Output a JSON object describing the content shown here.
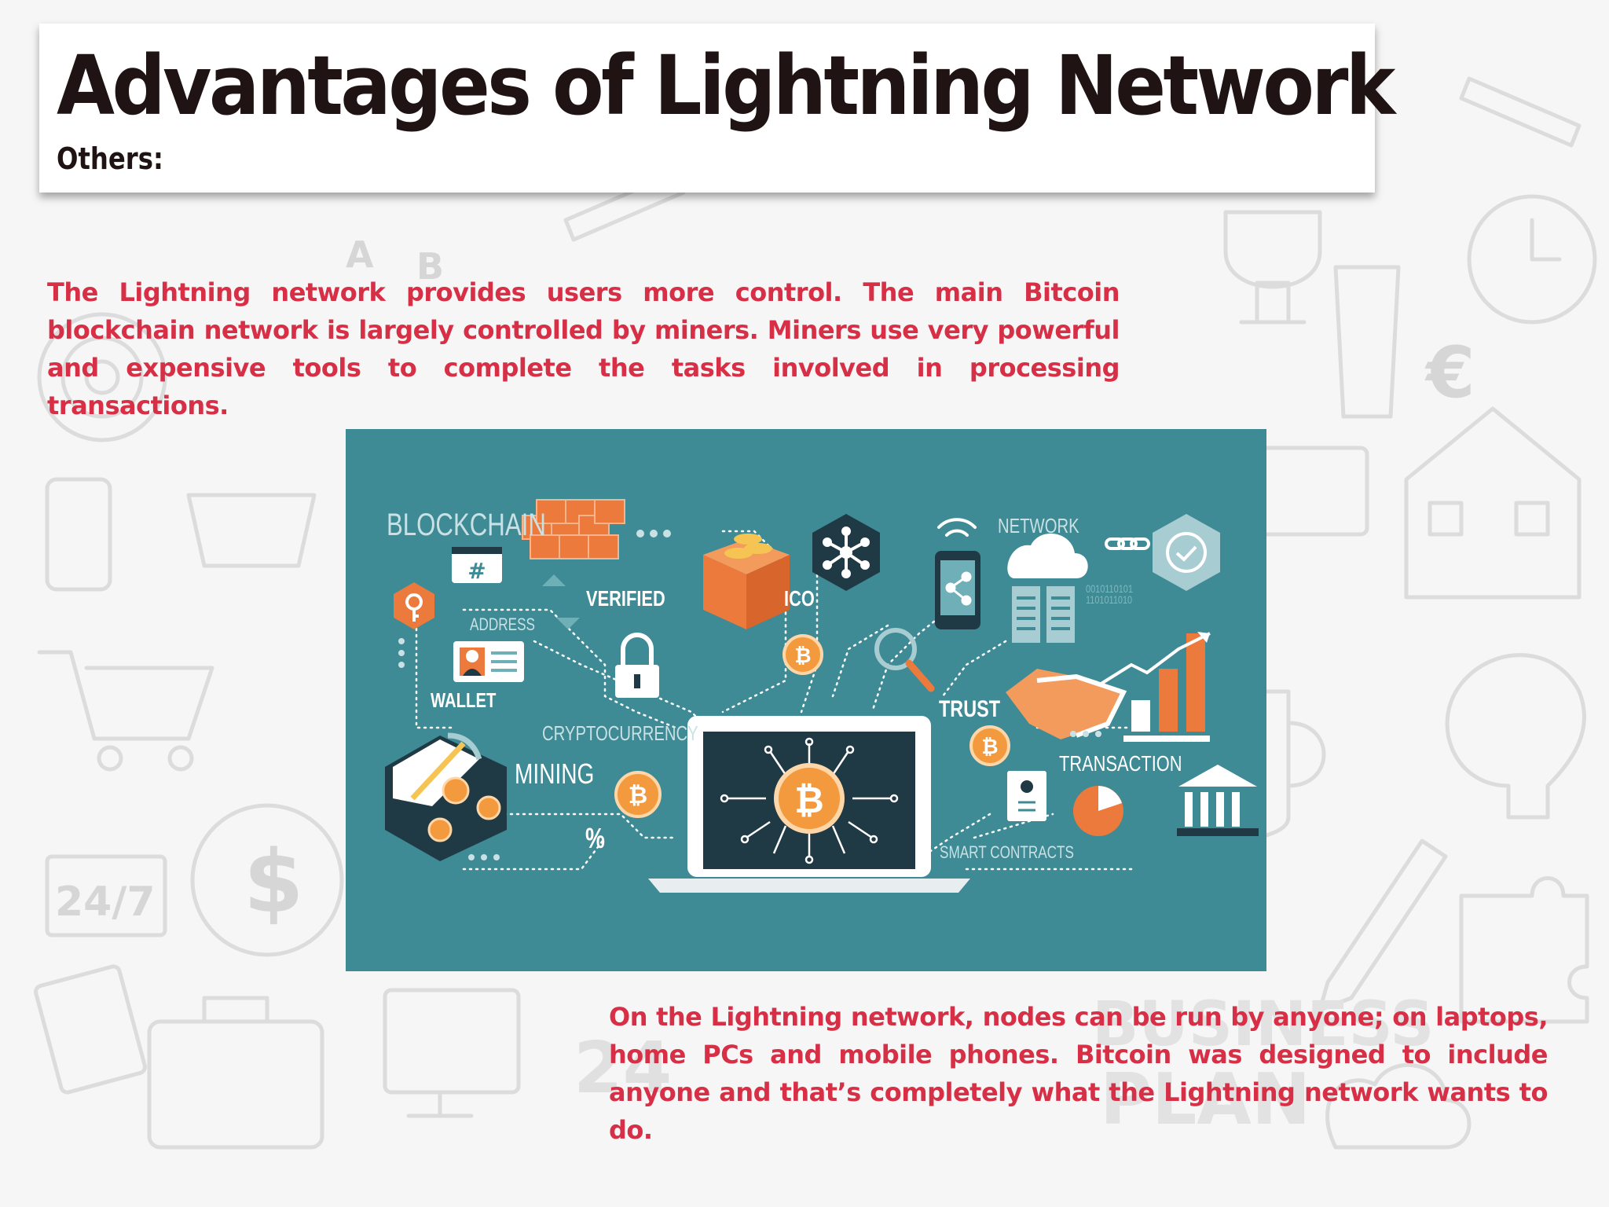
{
  "slide": {
    "title": "Advantages of Lightning Network",
    "subtitle": "Others:",
    "paragraph_1": "The Lightning network provides users more control. The main Bitcoin blockchain network is largely controlled by miners. Miners use very powerful and expensive tools to complete the tasks involved in processing transactions.",
    "paragraph_2": "On the Lightning network, nodes can be run by anyone; on laptops, home PCs and mobile phones. Bitcoin was designed to include anyone and that’s completely what the Lightning network wants to do."
  },
  "background": {
    "doodle_texts": [
      "24/7",
      "A",
      "B",
      "$",
      "€",
      "BUSINESS",
      "PLAN",
      "24"
    ]
  },
  "figure": {
    "labels": {
      "blockchain": "BLOCKCHAIN",
      "verified": "VERIFIED",
      "address": "ADDRESS",
      "wallet": "WALLET",
      "cryptocurrency": "CRYPTOCURRENCY",
      "mining": "MINING",
      "percent": "%",
      "ico": "ICO",
      "network": "NETWORK",
      "trust": "TRUST",
      "transaction": "TRANSACTION",
      "smart_contracts": "SMART CONTRACTS",
      "hash": "#",
      "binary": "0010110101 1101011010"
    },
    "colors": {
      "background": "#3e8a95",
      "accent_orange": "#ec7a3c",
      "dark": "#1f3a44",
      "white": "#ffffff"
    },
    "icons": [
      "key-icon",
      "hash-document-icon",
      "cubes-icon",
      "box-of-coins-icon",
      "network-hub-icon",
      "smartphone-share-icon",
      "wifi-icon",
      "cloud-server-icon",
      "chain-link-icon",
      "clock-icon",
      "id-card-icon",
      "padlock-icon",
      "magnifier-icon",
      "handshake-icon",
      "growth-chart-icon",
      "pickaxe-icon",
      "bitcoin-coin-icon",
      "laptop-bitcoin-icon",
      "contract-icon",
      "pie-chart-icon",
      "bank-icon"
    ]
  }
}
